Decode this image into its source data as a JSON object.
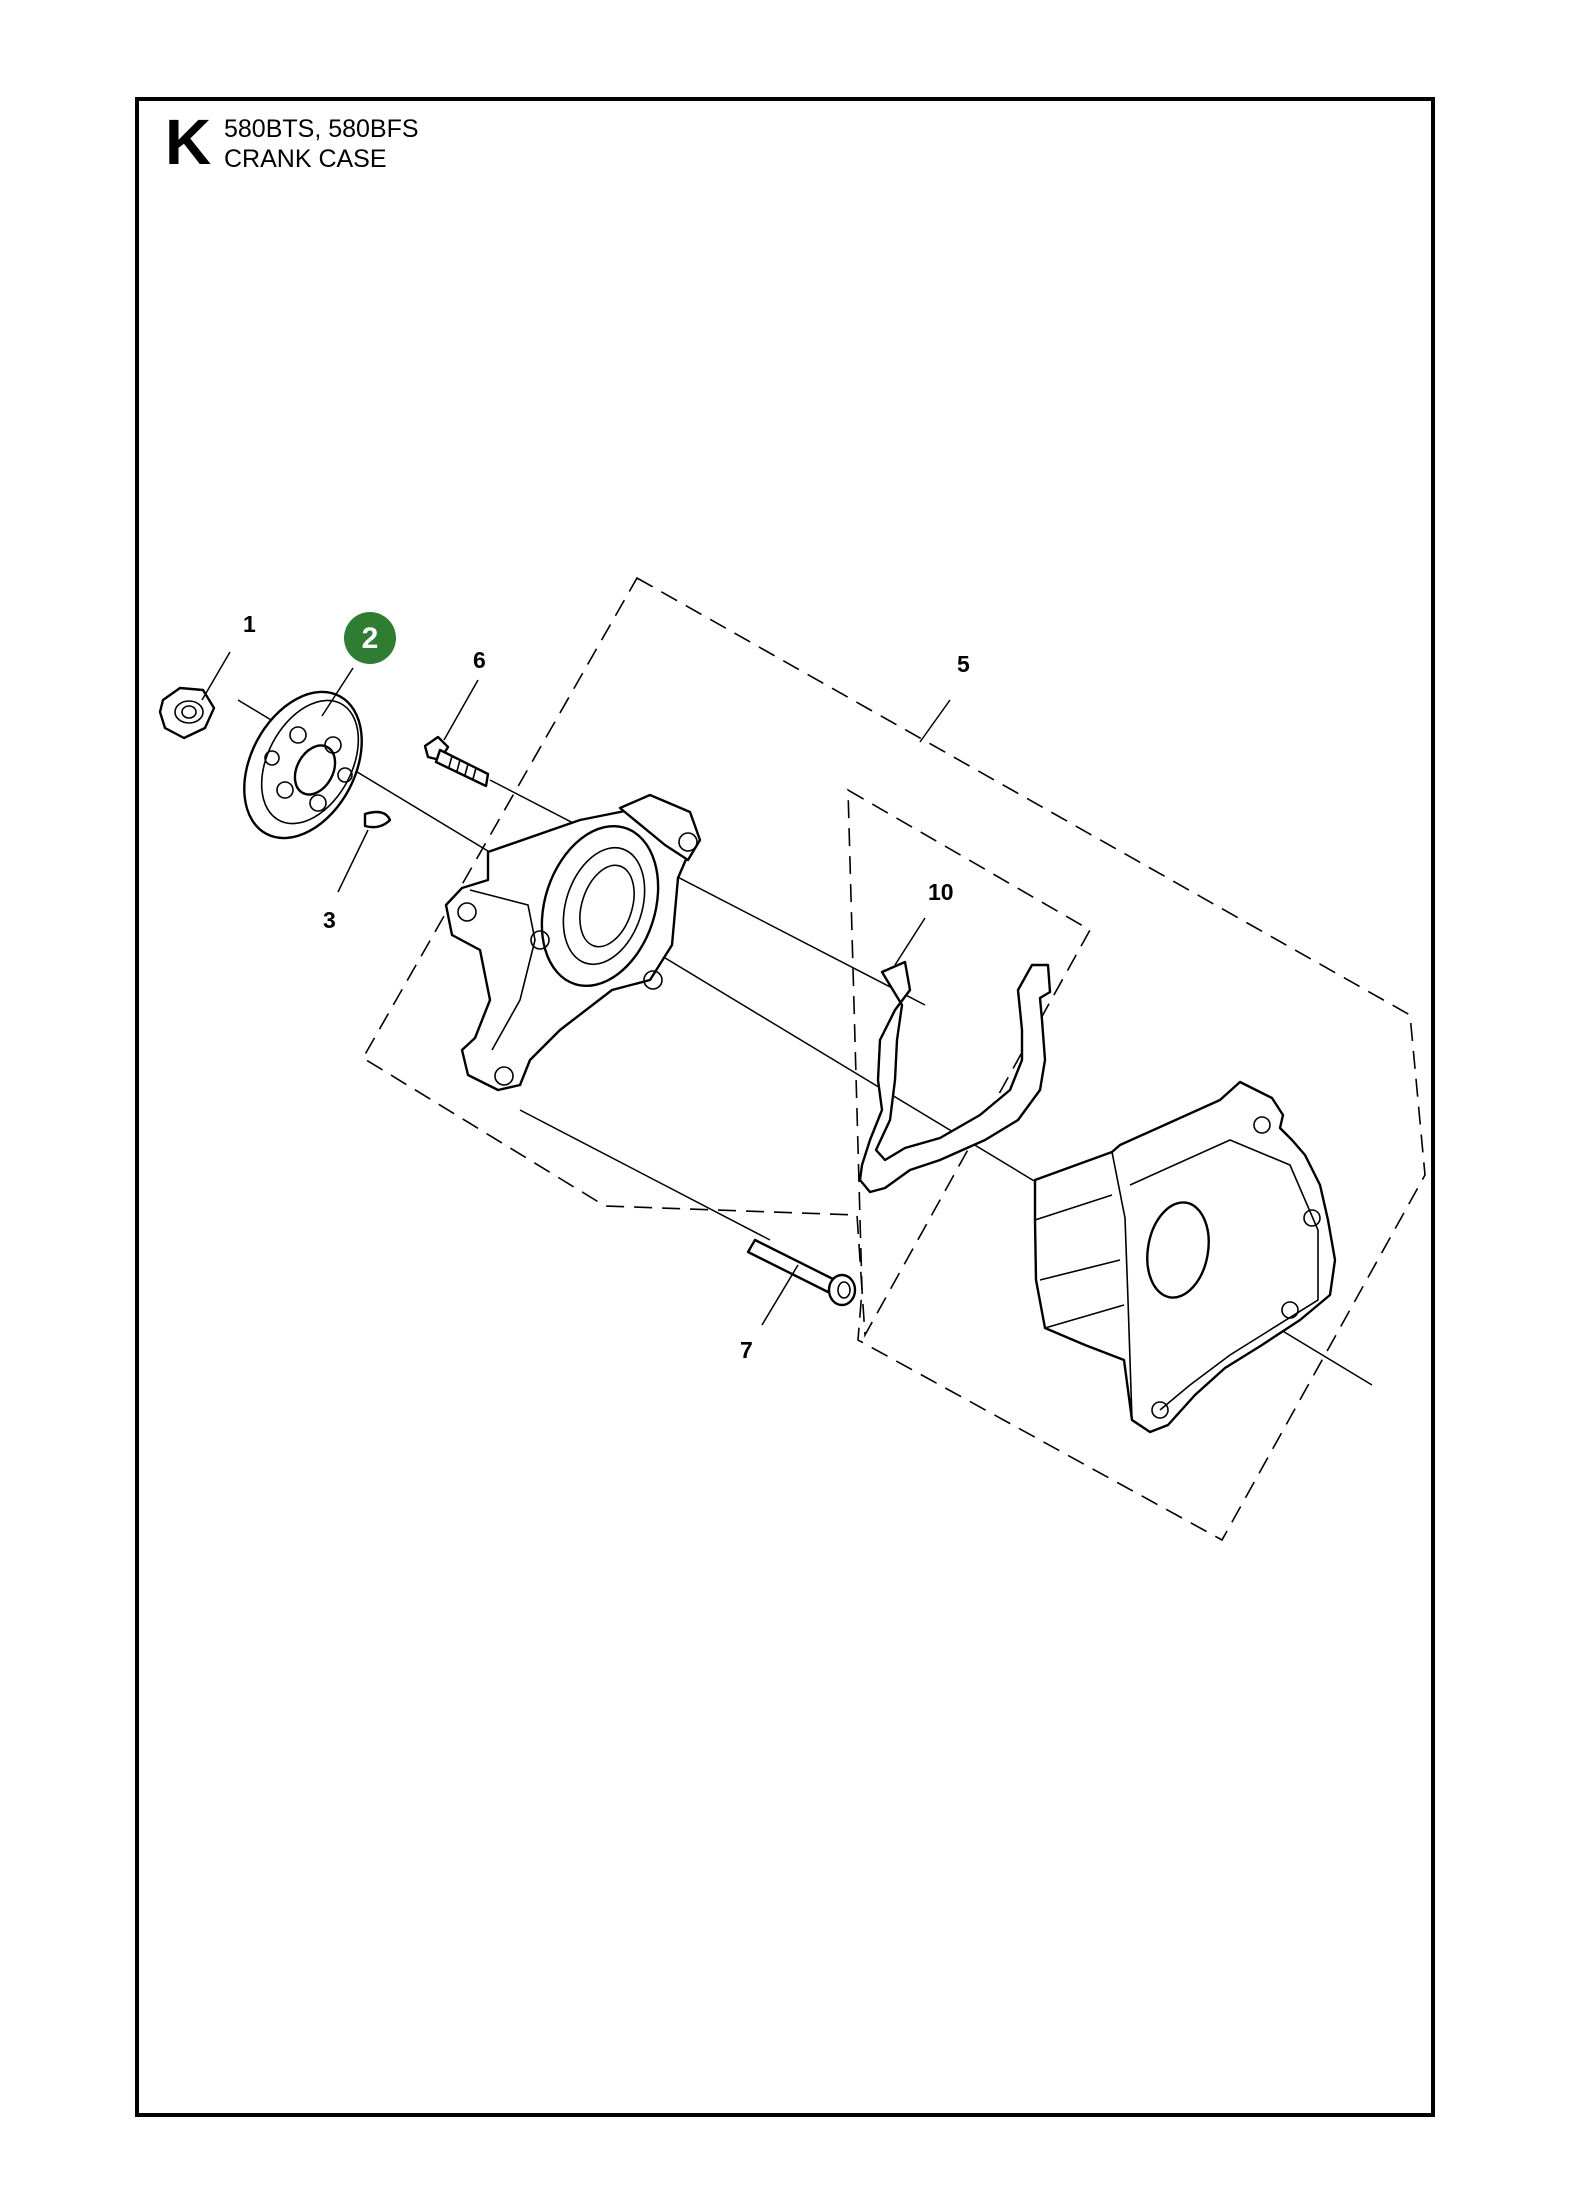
{
  "header": {
    "section_letter": "K",
    "model": "580BTS, 580BFS",
    "title": "CRANK CASE"
  },
  "callouts": [
    {
      "id": "1",
      "text": "1",
      "highlighted": false
    },
    {
      "id": "2",
      "text": "2",
      "highlighted": true
    },
    {
      "id": "3",
      "text": "3",
      "highlighted": false
    },
    {
      "id": "5",
      "text": "5",
      "highlighted": false
    },
    {
      "id": "6",
      "text": "6",
      "highlighted": false
    },
    {
      "id": "7",
      "text": "7",
      "highlighted": false
    },
    {
      "id": "10",
      "text": "10",
      "highlighted": false
    }
  ],
  "colors": {
    "highlight_badge": "#2e7d32",
    "line": "#000000",
    "background": "#ffffff"
  }
}
